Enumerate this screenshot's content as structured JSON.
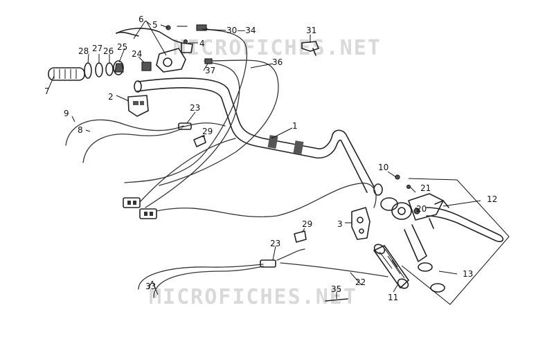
{
  "watermarks": {
    "top": "MICROFICHES.NET",
    "bottom": "MICROFICHES.NET"
  },
  "callouts": {
    "c1": "1",
    "c2": "2",
    "c3": "3",
    "c4": "4",
    "c5": "5",
    "c6": "6",
    "c7": "7",
    "c8": "8",
    "c9": "9",
    "c10": "10",
    "c11": "11",
    "c12": "12",
    "c13": "13",
    "c20": "20",
    "c21": "21",
    "c22": "22",
    "c23a": "23",
    "c23b": "23",
    "c24": "24",
    "c25": "25",
    "c26": "26",
    "c27": "27",
    "c28": "28",
    "c29a": "29",
    "c29b": "29",
    "c30_34": "30—34",
    "c31": "31",
    "c33": "33",
    "c35": "35",
    "c36": "36",
    "c37": "37"
  }
}
